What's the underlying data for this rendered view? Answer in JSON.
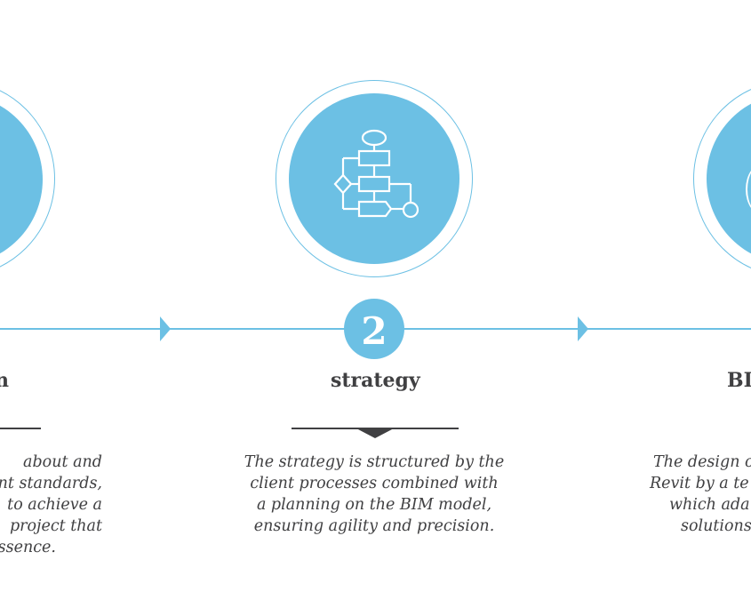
{
  "steps": [
    {
      "number": "",
      "title": "n",
      "description_lines": [
        "about and",
        "nt standards,",
        "to achieve a",
        "project that",
        "ssence."
      ],
      "icon": "unknown-icon"
    },
    {
      "number": "2",
      "title": "strategy",
      "description_lines": [
        "The strategy is structured by the",
        "client processes combined with",
        "a planning on the BIM model,",
        "ensuring agility and precision."
      ],
      "icon": "flowchart-icon"
    },
    {
      "number": "",
      "title": "BI",
      "description_lines": [
        "The design o",
        "Revit by a te",
        "which ada",
        "solutions"
      ],
      "icon": "unknown-icon"
    }
  ],
  "colors": {
    "accent": "#6cc0e4",
    "text": "#404042",
    "background": "#ffffff"
  }
}
